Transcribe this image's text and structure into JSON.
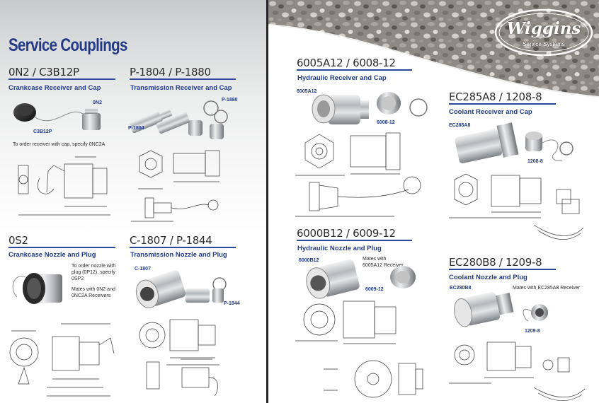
{
  "brand": {
    "name": "Wiggins",
    "tagline": "Service Systems"
  },
  "page_title": "Service Couplings",
  "sections": {
    "on2": {
      "heading": "0N2 / C3B12P",
      "subtitle": "Crankcase Receiver and Cap",
      "labels": [
        "0N2",
        "C3B12P"
      ],
      "note": "To order receiver with cap, specify 0NC2A"
    },
    "p1804": {
      "heading": "P-1804 / P-1880",
      "subtitle": "Transmission Receiver and Cap",
      "labels": [
        "P-1880",
        "P-1804"
      ]
    },
    "os2": {
      "heading": "0S2",
      "subtitle": "Crankcase Nozzle and Plug",
      "note1": "To order nozzle with plug (0P12), specify 0SP2",
      "note2": "Mates with 0N2 and 0NC2A Receivers"
    },
    "c1807": {
      "heading": "C-1807 / P-1844",
      "subtitle": "Transmission Nozzle and Plug",
      "labels": [
        "C-1807",
        "P-1844"
      ]
    },
    "a6005": {
      "heading": "6005A12 / 6008-12",
      "subtitle": "Hydraulic Receiver and Cap",
      "labels": [
        "6005A12",
        "6008-12"
      ]
    },
    "ec285": {
      "heading": "EC285A8 / 1208-8",
      "subtitle": "Coolant Receiver and Cap",
      "labels": [
        "EC285A8",
        "1208-8"
      ]
    },
    "b6000": {
      "heading": "6000B12 / 6009-12",
      "subtitle": "Hydraulic Nozzle and Plug",
      "labels": [
        "6000B12",
        "6009-12"
      ],
      "note": "Mates with 6005A12 Receiver"
    },
    "ec280": {
      "heading": "EC280B8 / 1209-8",
      "subtitle": "Coolant Nozzle and Plug",
      "labels": [
        "EC280B8",
        "1209-8"
      ],
      "note": "Mates with EC285A8 Receiver"
    }
  },
  "icons": [
    "gravel-texture",
    "coupling-photo",
    "cap-photo",
    "technical-drawing"
  ],
  "colors": {
    "heading_blue": "#1f3b8c",
    "rule_blue": "#2b4a9a",
    "spine": "#262626"
  }
}
